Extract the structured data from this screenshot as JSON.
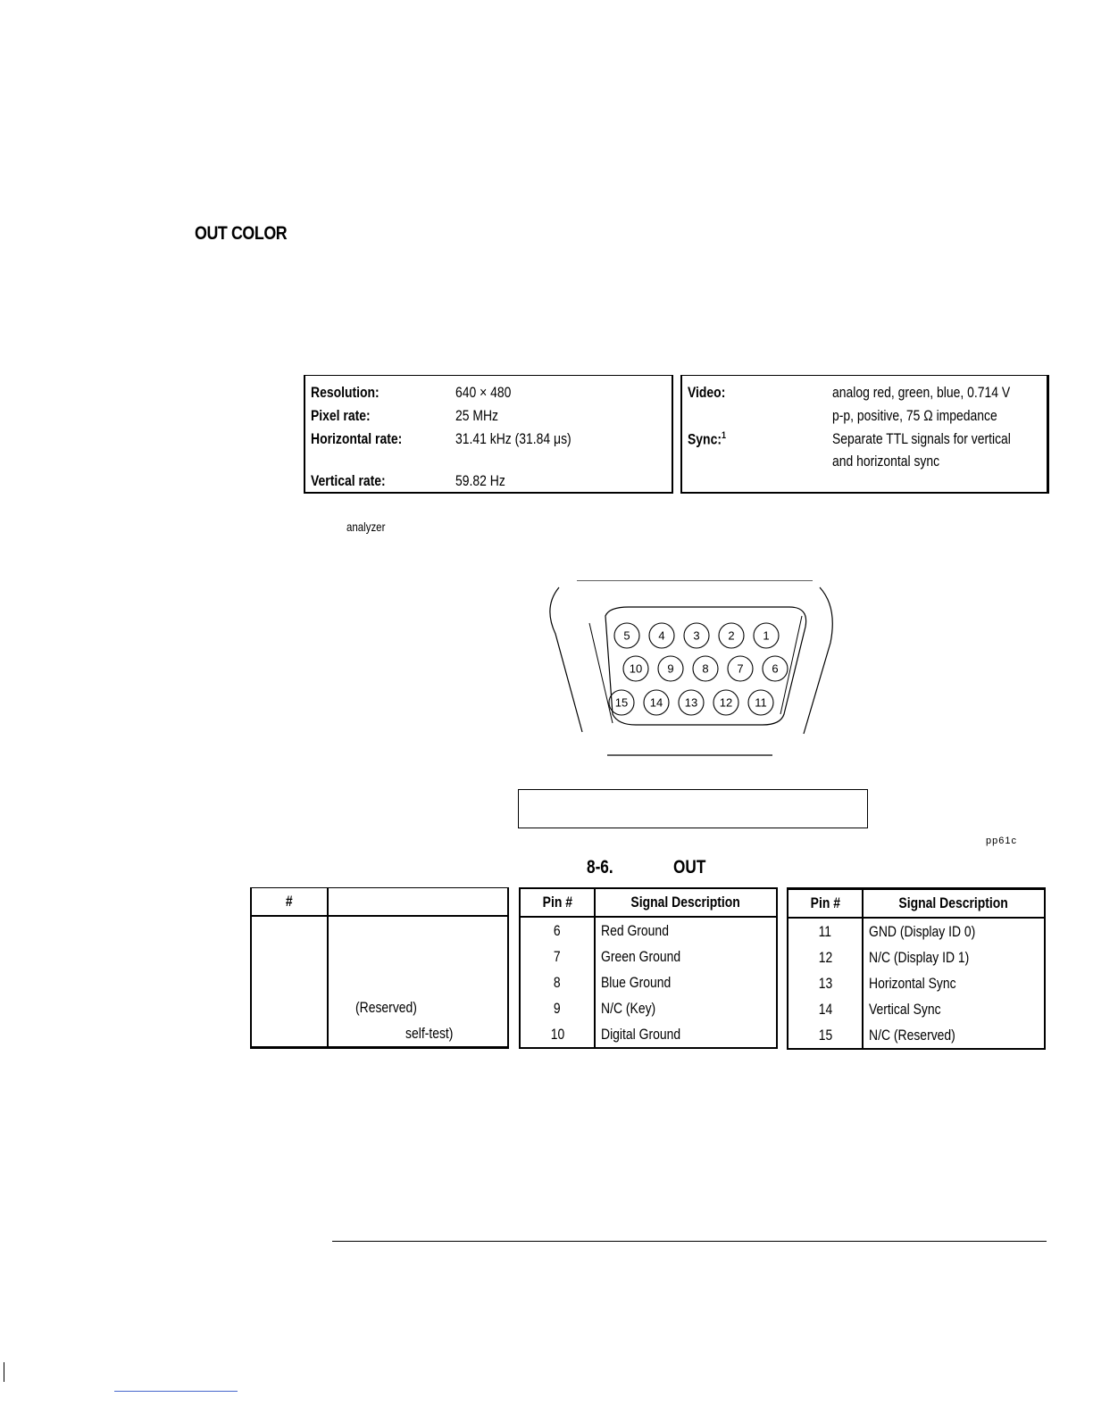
{
  "heading": "OUT COLOR",
  "spec_left": [
    {
      "label": "Resolution:",
      "value": "640 × 480"
    },
    {
      "label": "Pixel rate:",
      "value": "25 MHz"
    },
    {
      "label": "Horizontal rate:",
      "value": "31.41 kHz (31.84 μs)"
    },
    {
      "label": "Vertical rate:",
      "value": "59.82 Hz"
    }
  ],
  "spec_right": {
    "video_label": "Video:",
    "video_line1": "analog red, green, blue, 0.714 V",
    "video_line2": "p-p, positive, 75 Ω impedance",
    "sync_label": "Sync:",
    "sync_note": "1",
    "sync_line1": "Separate TTL signals for vertical",
    "sync_line2": "and horizontal sync"
  },
  "note": "analyzer",
  "connector": {
    "row1": [
      "5",
      "4",
      "3",
      "2",
      "1"
    ],
    "row2": [
      "10",
      "9",
      "8",
      "7",
      "6"
    ],
    "row3": [
      "15",
      "14",
      "13",
      "12",
      "11"
    ]
  },
  "figure": {
    "code": "pp61c",
    "number": "8-6.",
    "title_fragment": "OUT"
  },
  "table_a": {
    "col1": "#",
    "col2": "",
    "rows": [
      {
        "pin": "",
        "desc": ""
      },
      {
        "pin": "",
        "desc": ""
      },
      {
        "pin": "",
        "desc": ""
      },
      {
        "pin": "",
        "desc": "(Reserved)"
      },
      {
        "pin": "",
        "desc": "self-test)"
      }
    ]
  },
  "table_b": {
    "col1": "Pin #",
    "col2": "Signal Description",
    "rows": [
      {
        "pin": "6",
        "desc": "Red Ground"
      },
      {
        "pin": "7",
        "desc": "Green Ground"
      },
      {
        "pin": "8",
        "desc": "Blue Ground"
      },
      {
        "pin": "9",
        "desc": "N/C (Key)"
      },
      {
        "pin": "10",
        "desc": "Digital Ground"
      }
    ]
  },
  "table_c": {
    "col1": "Pin #",
    "col2": "Signal Description",
    "rows": [
      {
        "pin": "11",
        "desc": "GND (Display ID 0)"
      },
      {
        "pin": "12",
        "desc": "N/C (Display ID 1)"
      },
      {
        "pin": "13",
        "desc": "Horizontal Sync"
      },
      {
        "pin": "14",
        "desc": "Vertical Sync"
      },
      {
        "pin": "15",
        "desc": "N/C (Reserved)"
      }
    ]
  }
}
